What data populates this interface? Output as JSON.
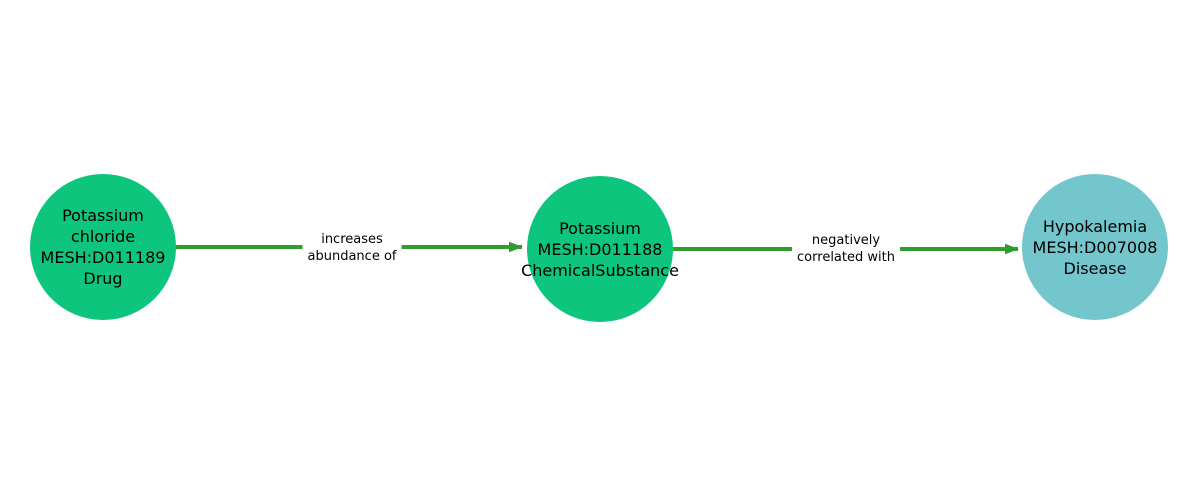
{
  "diagram": {
    "background_color": "#ffffff",
    "text_color": "#000000",
    "nodes": [
      {
        "id": "potassium-chloride",
        "lines": [
          "Potassium",
          "chloride",
          "MESH:D011189",
          "Drug"
        ],
        "name": "Potassium chloride",
        "mesh_id": "MESH:D011189",
        "category": "Drug",
        "color": "#0ec57e"
      },
      {
        "id": "potassium",
        "lines": [
          "Potassium",
          "MESH:D011188",
          "ChemicalSubstance"
        ],
        "name": "Potassium",
        "mesh_id": "MESH:D011188",
        "category": "ChemicalSubstance",
        "color": "#0ec57e"
      },
      {
        "id": "hypokalemia",
        "lines": [
          "Hypokalemia",
          "MESH:D007008",
          "Disease"
        ],
        "name": "Hypokalemia",
        "mesh_id": "MESH:D007008",
        "category": "Disease",
        "color": "#72c6cc"
      }
    ],
    "edges": [
      {
        "from": "potassium-chloride",
        "to": "potassium",
        "label_lines": [
          "increases",
          "abundance of"
        ],
        "label": "increases abundance of",
        "color": "#2e9e2e"
      },
      {
        "from": "potassium",
        "to": "hypokalemia",
        "label_lines": [
          "negatively",
          "correlated with"
        ],
        "label": "negatively correlated with",
        "color": "#2e9e2e"
      }
    ]
  }
}
